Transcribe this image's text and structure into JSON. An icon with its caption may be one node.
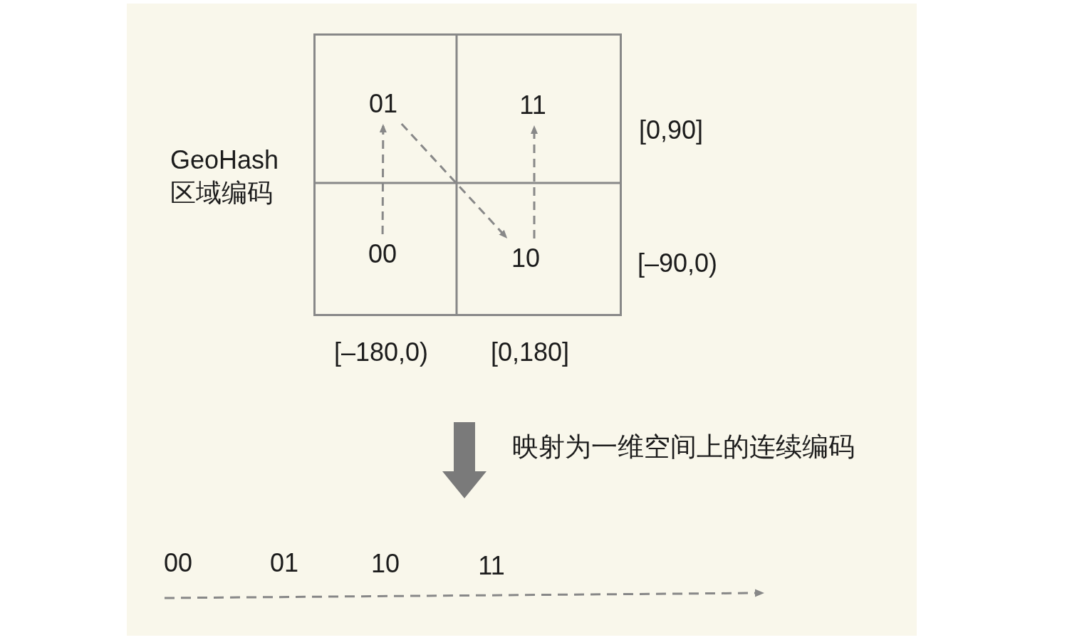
{
  "diagram": {
    "nodes": [
      {
        "text": [],
        "shape": "box",
        "beside": [
          "GeoHash 区域编码"
        ]
      },
      {
        "text": [
          "01"
        ],
        "in": 0
      },
      {
        "text": [
          "11"
        ],
        "in": 0
      },
      {
        "text": [
          "00"
        ],
        "in": 0
      },
      {
        "text": [
          "10"
        ],
        "in": 0
      }
    ],
    "edges": [
      {
        "from": 3,
        "to": 1,
        "arrow": "to",
        "style": "dashed"
      },
      {
        "from": 1,
        "to": 4,
        "arrow": "to",
        "style": "dashed"
      },
      {
        "from": 4,
        "to": 2,
        "arrow": "to",
        "style": "dashed"
      }
    ],
    "labels": [
      "[0,90]",
      "[–90,0)",
      "[–180,0)",
      "[0,180]",
      "映射为一维空间上的连续编码",
      "00",
      "01",
      "10",
      "11"
    ]
  }
}
